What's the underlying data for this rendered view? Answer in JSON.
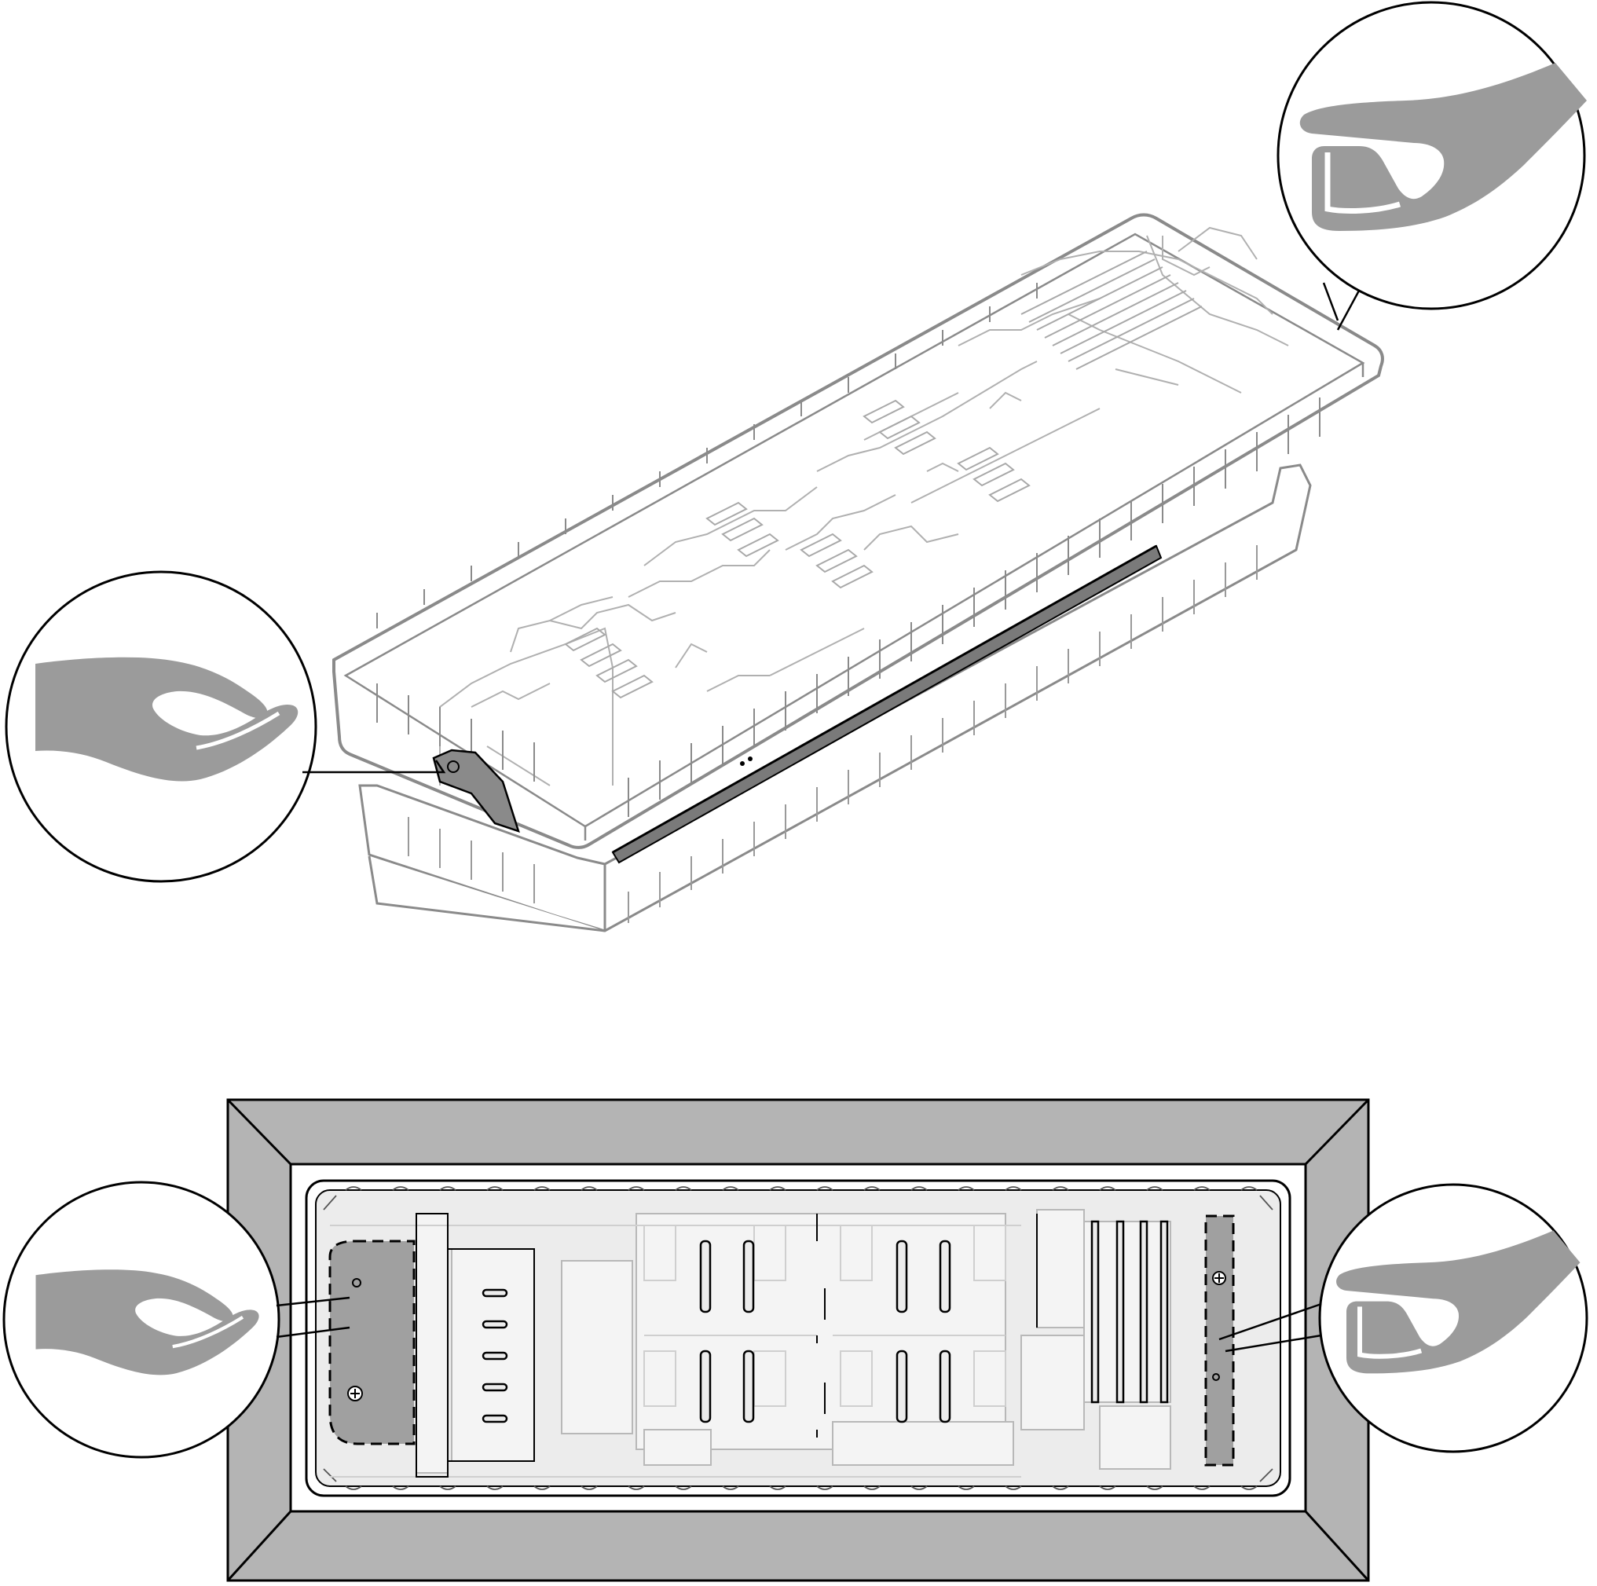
{
  "figure": {
    "type": "assembly-instruction-illustration",
    "views": [
      {
        "name": "isometric-view",
        "description_tag": "tray-lifted-out-of-packaging-base",
        "callouts": [
          "hand-support-left",
          "hand-pinch-right"
        ]
      },
      {
        "name": "top-view",
        "description_tag": "tray-inside-shipping-box",
        "callouts": [
          "hand-support-left",
          "hand-pinch-right"
        ]
      }
    ]
  },
  "icons": {
    "open_hand_support": "open-hand-support-icon",
    "pinch_hand_grip": "pinch-hand-grip-icon"
  },
  "colors": {
    "line": "#000000",
    "hand_gray": "#9b9b9b",
    "box_gray": "#b4b4b4",
    "tray_outline": "#8a8a8a",
    "faint_detail": "#c4c4c4",
    "highlight_gray": "#a0a0a0",
    "interior_fill": "#ececec",
    "background": "#ffffff"
  }
}
